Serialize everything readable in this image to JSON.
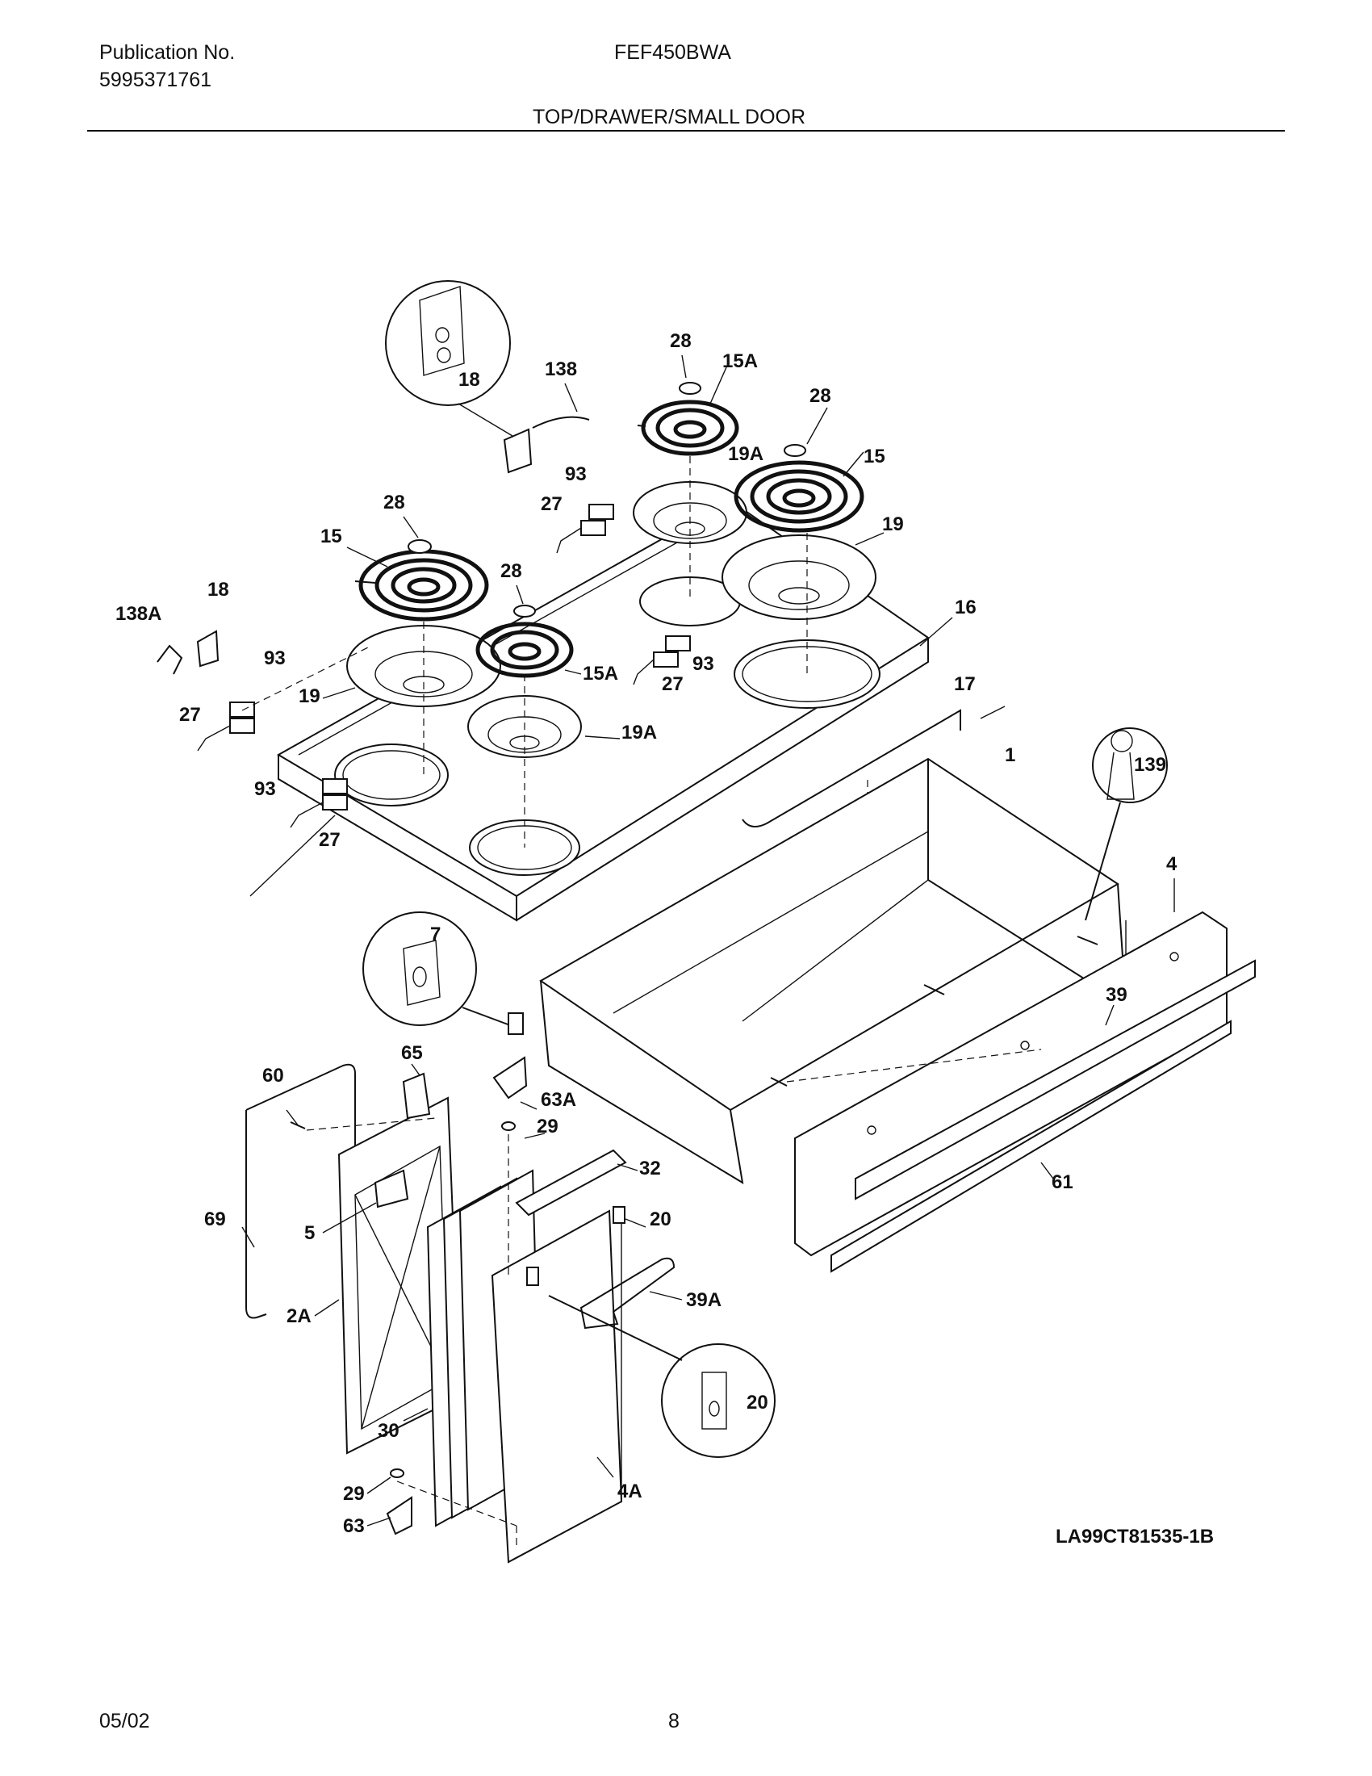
{
  "header": {
    "publication_label": "Publication No.",
    "publication_number": "5995371761",
    "model": "FEF450BWA",
    "section_title": "TOP/DRAWER/SMALL DOOR"
  },
  "footer": {
    "date": "05/02",
    "page": "8"
  },
  "diagram": {
    "code": "LA99CT81535-1B",
    "callouts": {
      "c18_circle": "18",
      "c138": "138",
      "c28a": "28",
      "c15A_a": "15A",
      "c28b": "28",
      "c19A_a": "19A",
      "c15_a": "15",
      "c93_a": "93",
      "c27_a": "27",
      "c28c": "28",
      "c19_a": "19",
      "c15_b": "15",
      "c28d": "28",
      "c18_b": "18",
      "c138A": "138A",
      "c16": "16",
      "c93_b": "93",
      "c15A_b": "15A",
      "c93_c": "93",
      "c27_b": "27",
      "c19_b": "19",
      "c27_c": "27",
      "c17": "17",
      "c19A_b": "19A",
      "c1": "1",
      "c139": "139",
      "c93_d": "93",
      "c27_d": "27",
      "c4": "4",
      "c7": "7",
      "c39": "39",
      "c65": "65",
      "c60": "60",
      "c63A": "63A",
      "c29_a": "29",
      "c32": "32",
      "c69": "69",
      "c5": "5",
      "c20_a": "20",
      "c2A": "2A",
      "c39A": "39A",
      "c61": "61",
      "c20_b": "20",
      "c30": "30",
      "c4A": "4A",
      "c29_b": "29",
      "c63": "63"
    }
  }
}
